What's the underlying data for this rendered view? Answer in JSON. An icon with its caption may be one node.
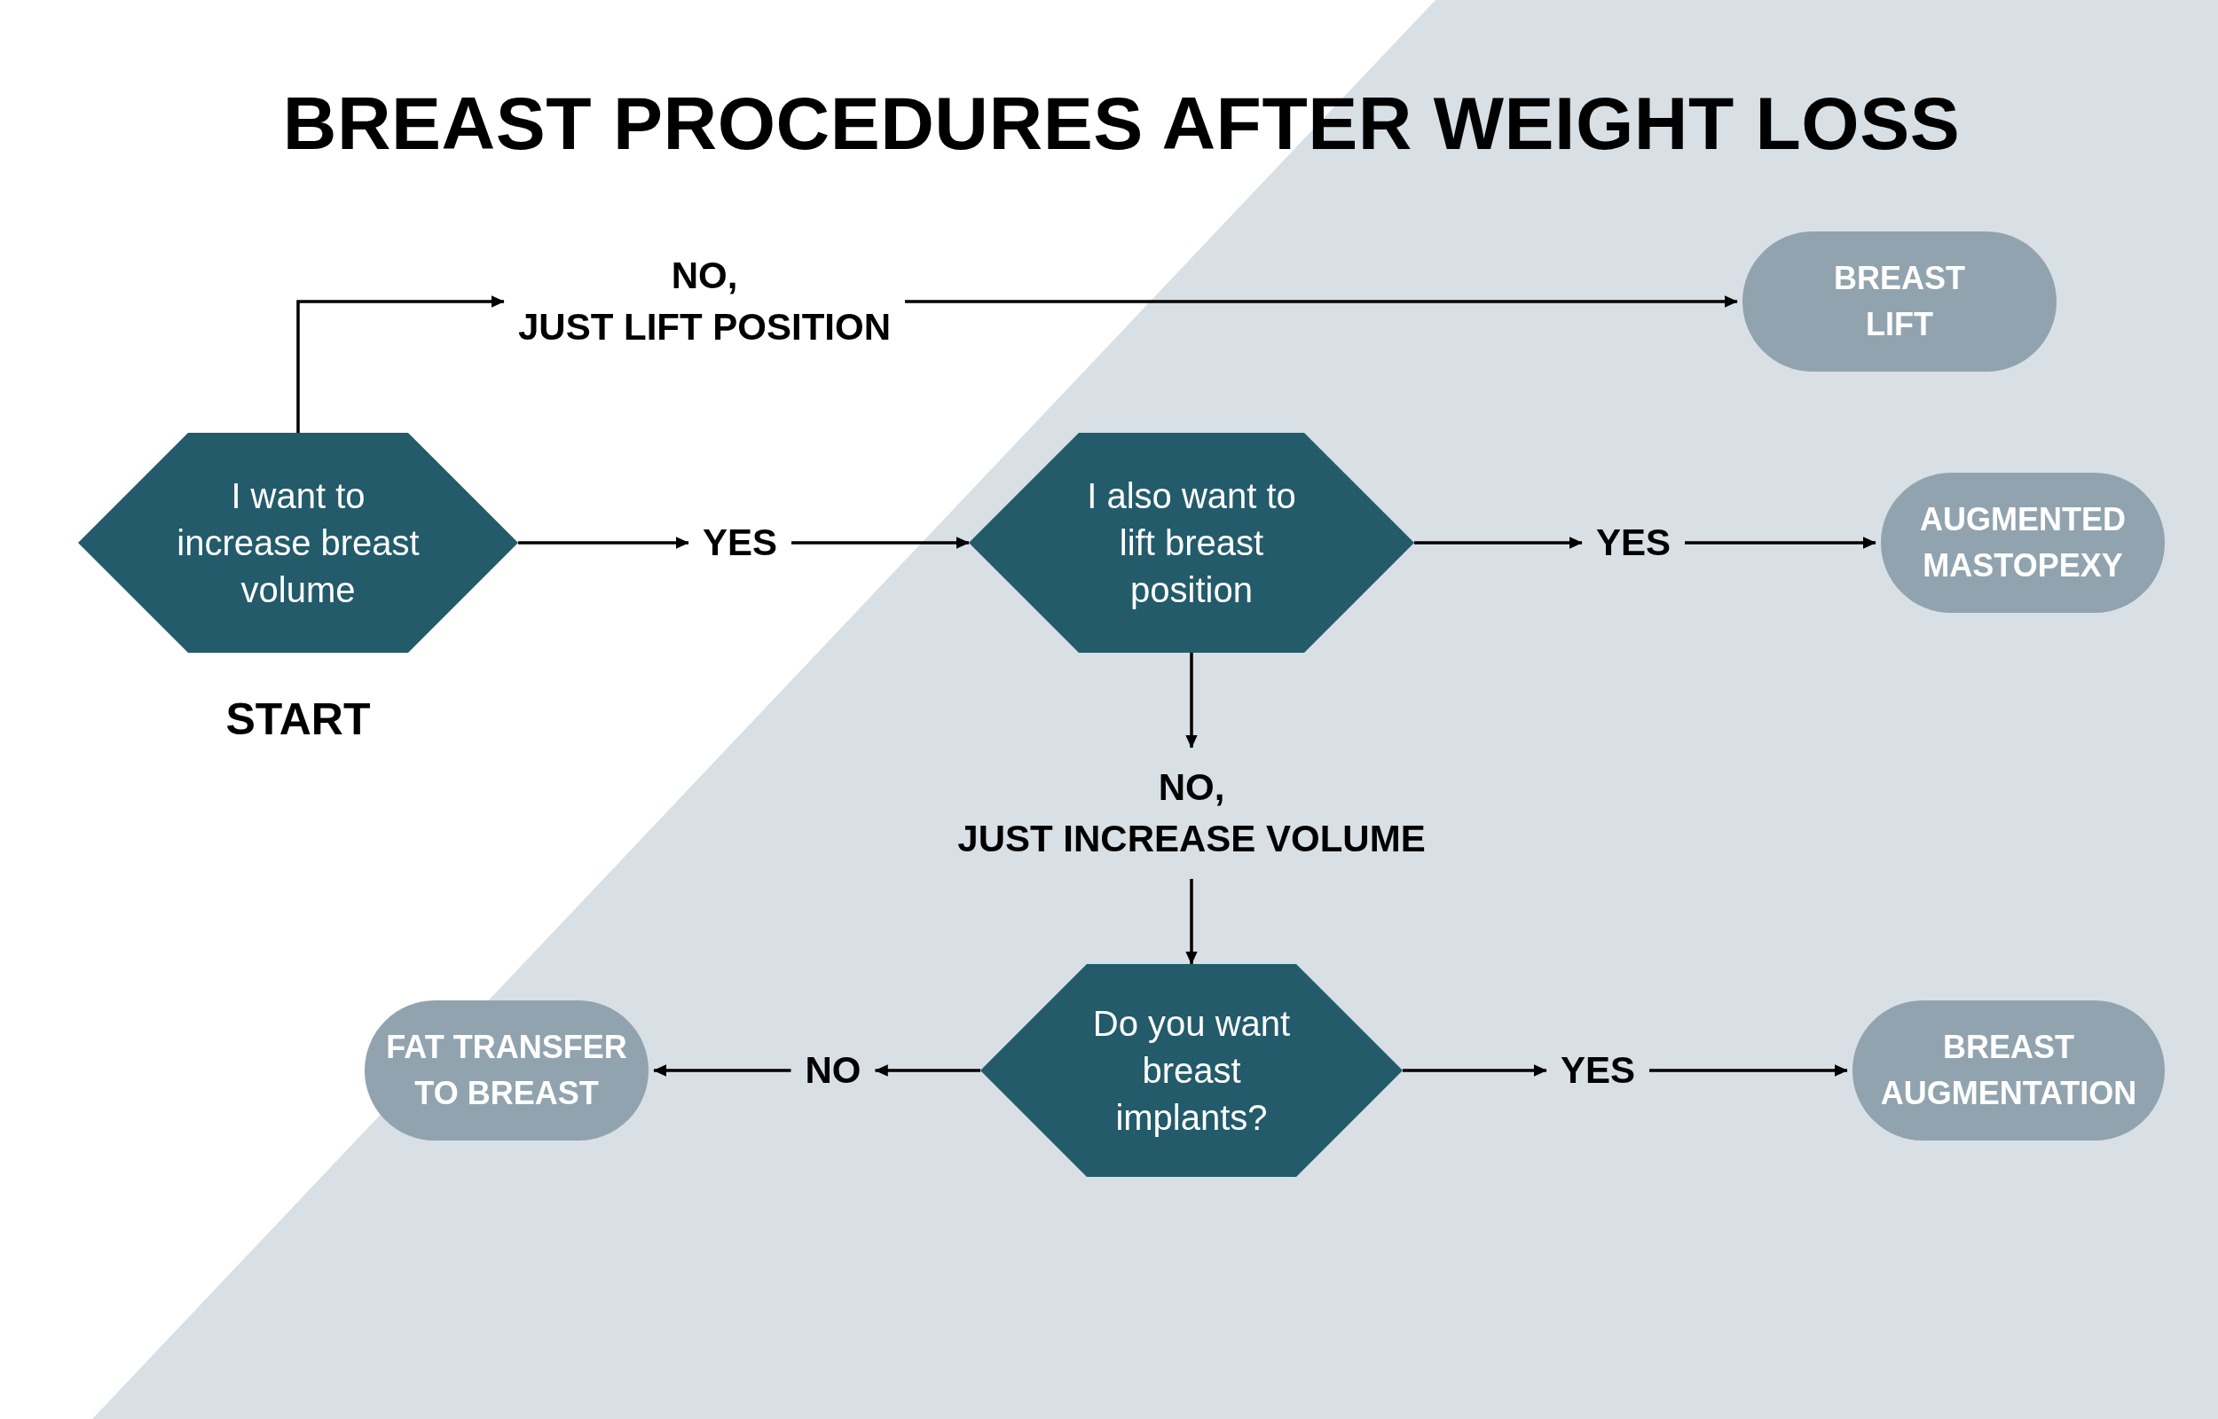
{
  "diagram": {
    "title": "BREAST PROCEDURES AFTER WEIGHT LOSS",
    "nodes": [
      {
        "text": [
          "I want to increase breast volume"
        ],
        "beside": [
          "START"
        ]
      },
      {
        "text": [
          "NO,",
          "JUST LIFT POSITION"
        ]
      },
      {
        "text": [
          "BREAST LIFT"
        ]
      },
      {
        "text": [
          "YES"
        ]
      },
      {
        "text": [
          "I also want to lift breast position"
        ]
      },
      {
        "text": [
          "YES"
        ]
      },
      {
        "text": [
          "AUGMENTED MASTOPEXY"
        ]
      },
      {
        "text": [
          "NO,",
          "JUST INCREASE VOLUME"
        ]
      },
      {
        "text": [
          "Do you want breast implants?"
        ]
      },
      {
        "text": [
          "NO"
        ]
      },
      {
        "text": [
          "FAT TRANSFER TO BREAST"
        ]
      },
      {
        "text": [
          "YES"
        ]
      },
      {
        "text": [
          "BREAST AUGMENTATION"
        ]
      }
    ],
    "edges": [
      {
        "from": 0,
        "to": 1,
        "arrow": "to"
      },
      {
        "from": 1,
        "to": 2,
        "arrow": "to"
      },
      {
        "from": 0,
        "to": 3,
        "arrow": "to"
      },
      {
        "from": 3,
        "to": 4,
        "arrow": "to"
      },
      {
        "from": 4,
        "to": 5,
        "arrow": "to"
      },
      {
        "from": 5,
        "to": 6,
        "arrow": "to"
      },
      {
        "from": 4,
        "to": 7,
        "arrow": "to"
      },
      {
        "from": 7,
        "to": 8,
        "arrow": "to"
      },
      {
        "from": 8,
        "to": 9,
        "arrow": "to"
      },
      {
        "from": 9,
        "to": 10,
        "arrow": "to"
      },
      {
        "from": 8,
        "to": 11,
        "arrow": "to"
      },
      {
        "from": 11,
        "to": 12,
        "arrow": "to"
      }
    ]
  }
}
